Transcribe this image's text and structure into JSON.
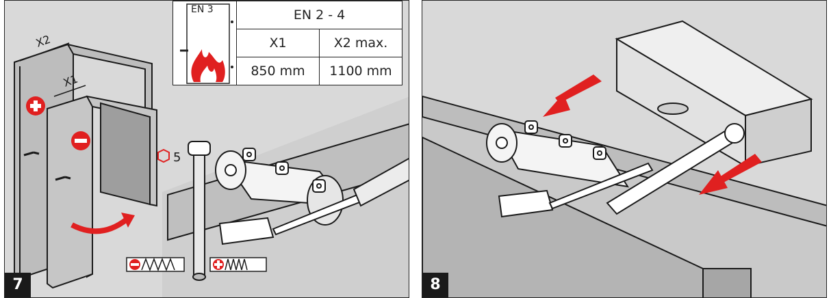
{
  "panels": [
    {
      "step": "7",
      "fire_sign": "EN 3",
      "table": {
        "header": "EN 2 - 4",
        "columns": [
          "X1",
          "X2 max."
        ],
        "values": [
          "850 mm",
          "1100 mm"
        ]
      },
      "dimension_labels": {
        "outer": "X2",
        "inner": "X1"
      },
      "hex_key_label": "5",
      "spring_indicators": {
        "minus": "⊖",
        "plus": "⊕"
      }
    },
    {
      "step": "8"
    }
  ],
  "colors": {
    "accent": "#e02020",
    "panel_bg": "#d9d9d9",
    "line": "#1a1a1a"
  }
}
